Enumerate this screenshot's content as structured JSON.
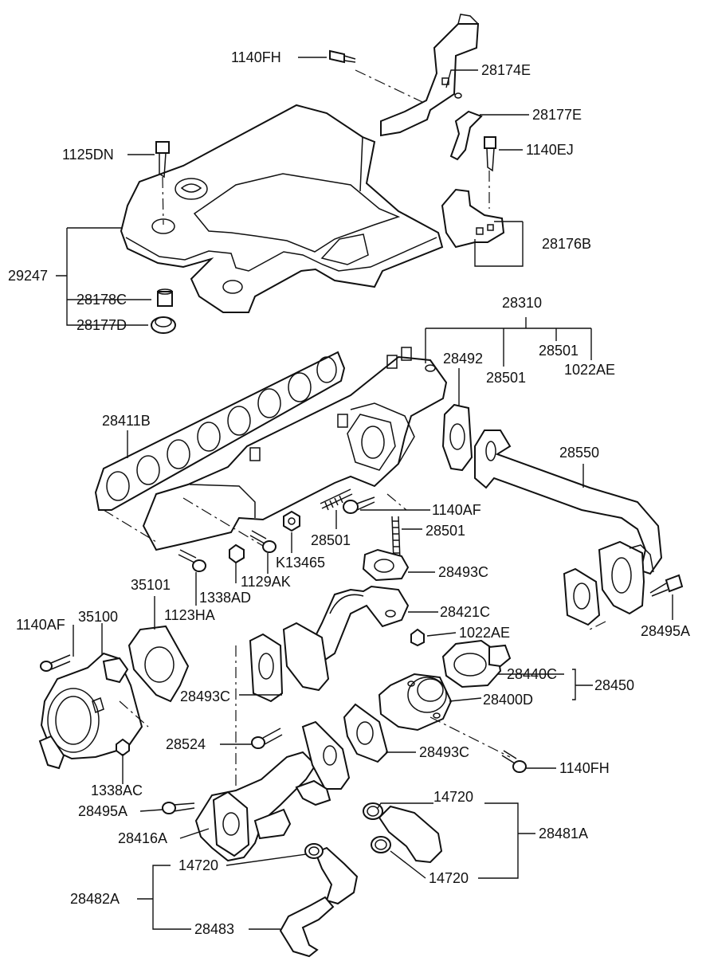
{
  "labels": {
    "l_1140FH_top": "1140FH",
    "l_28174E": "28174E",
    "l_28177E": "28177E",
    "l_1125DN": "1125DN",
    "l_1140EJ": "1140EJ",
    "l_28176B": "28176B",
    "l_29247": "29247",
    "l_28178C": "28178C",
    "l_28177D": "28177D",
    "l_28310": "28310",
    "l_28492": "28492",
    "l_28501_a": "28501",
    "l_28501_b": "28501",
    "l_1022AE_top": "1022AE",
    "l_28411B": "28411B",
    "l_28550": "28550",
    "l_1140AF_mid": "1140AF",
    "l_28501_c": "28501",
    "l_28501_d": "28501",
    "l_K13465": "K13465",
    "l_1129AK": "1129AK",
    "l_28493C_a": "28493C",
    "l_35101": "35101",
    "l_1338AD": "1338AD",
    "l_1123HA": "1123HA",
    "l_28421C": "28421C",
    "l_1140AF_left": "1140AF",
    "l_35100": "35100",
    "l_1022AE_mid": "1022AE",
    "l_28495A_right": "28495A",
    "l_28440C": "28440C",
    "l_28450": "28450",
    "l_28493C_b": "28493C",
    "l_28400D": "28400D",
    "l_28524": "28524",
    "l_28493C_c": "28493C",
    "l_1140FH_bot": "1140FH",
    "l_1338AC": "1338AC",
    "l_14720_a": "14720",
    "l_28495A_left": "28495A",
    "l_28481A": "28481A",
    "l_28416A": "28416A",
    "l_14720_b": "14720",
    "l_14720_c": "14720",
    "l_28482A": "28482A",
    "l_28483": "28483"
  }
}
